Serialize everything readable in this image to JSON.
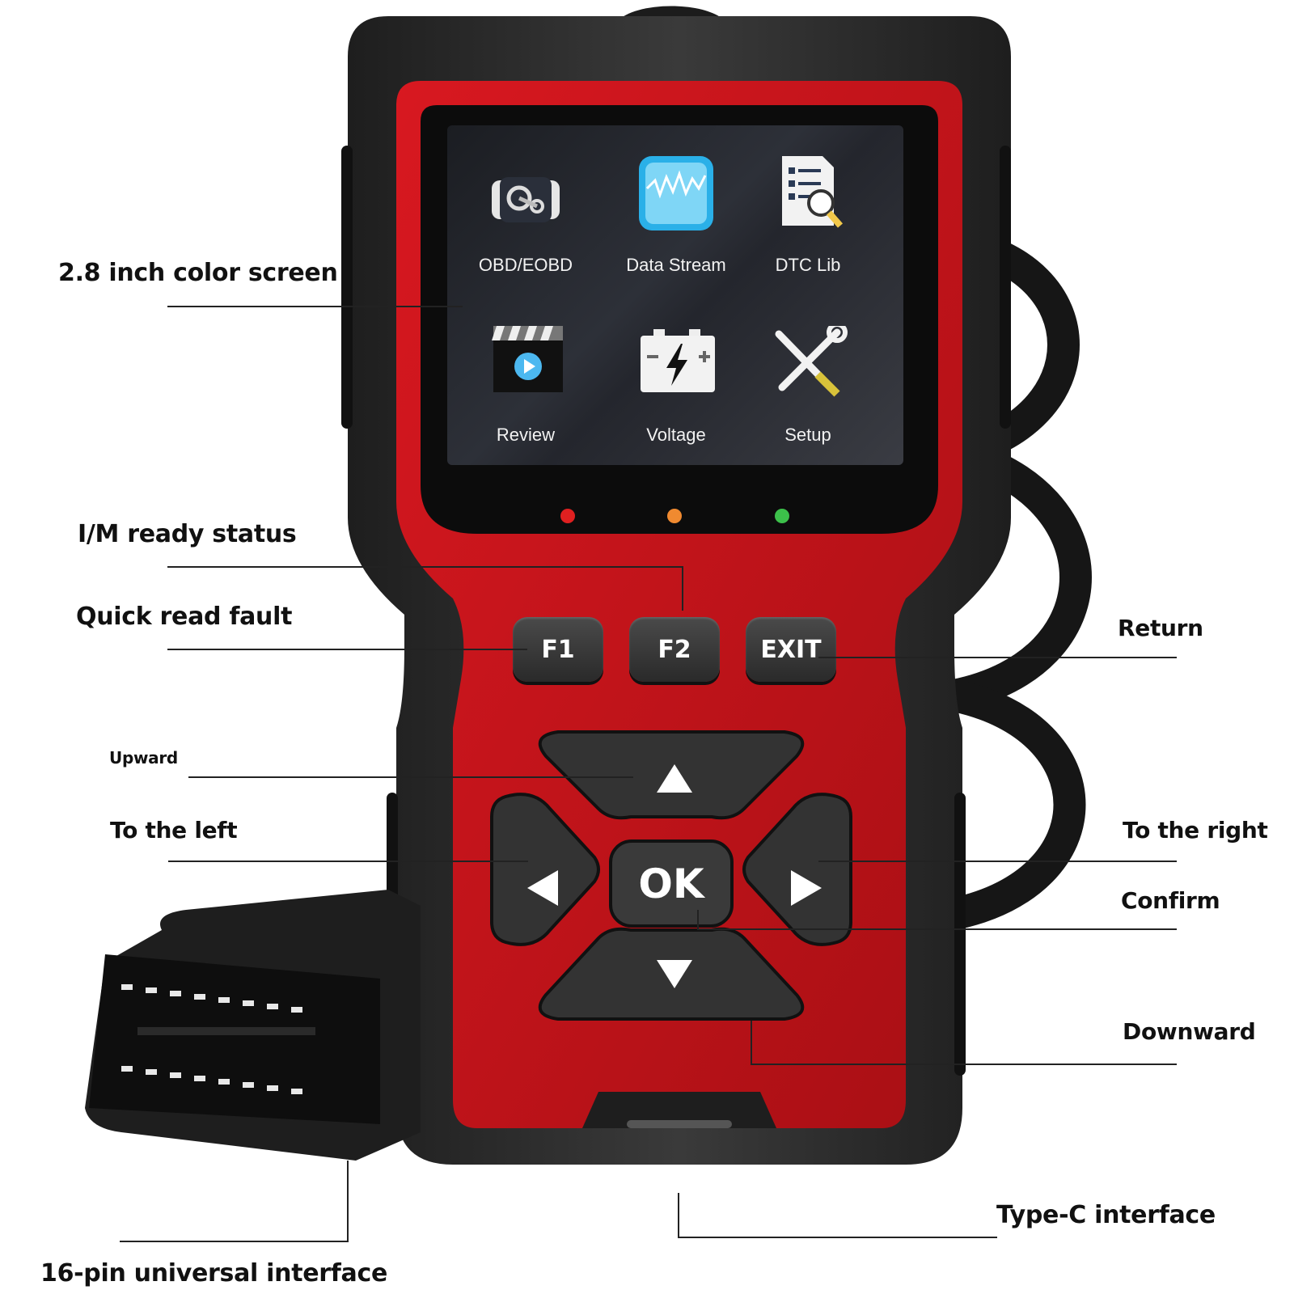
{
  "device": {
    "menu": [
      {
        "label": "OBD/EOBD",
        "icon": "engine-icon"
      },
      {
        "label": "Data Stream",
        "icon": "data-stream-icon"
      },
      {
        "label": "DTC Lib",
        "icon": "dtc-library-icon"
      },
      {
        "label": "Review",
        "icon": "review-play-icon"
      },
      {
        "label": "Voltage",
        "icon": "battery-voltage-icon"
      },
      {
        "label": "Setup",
        "icon": "setup-tools-icon"
      }
    ],
    "keys": {
      "f1": "F1",
      "f2": "F2",
      "exit": "EXIT",
      "ok": "OK"
    },
    "leds": [
      "#e02020",
      "#f08a30",
      "#3cc04a"
    ]
  },
  "callouts": {
    "screen": "2.8 inch color screen",
    "im_ready": "I/M ready status",
    "quick_read": "Quick read fault",
    "upward": "Upward",
    "left": "To the left",
    "return": "Return",
    "right": "To the right",
    "confirm": "Confirm",
    "downward": "Downward",
    "typec": "Type-C interface",
    "pin16": "16-pin universal interface"
  },
  "colors": {
    "body_red": "#c9141b",
    "frame_dark": "#2b2b2b",
    "key_dark": "#333333"
  }
}
